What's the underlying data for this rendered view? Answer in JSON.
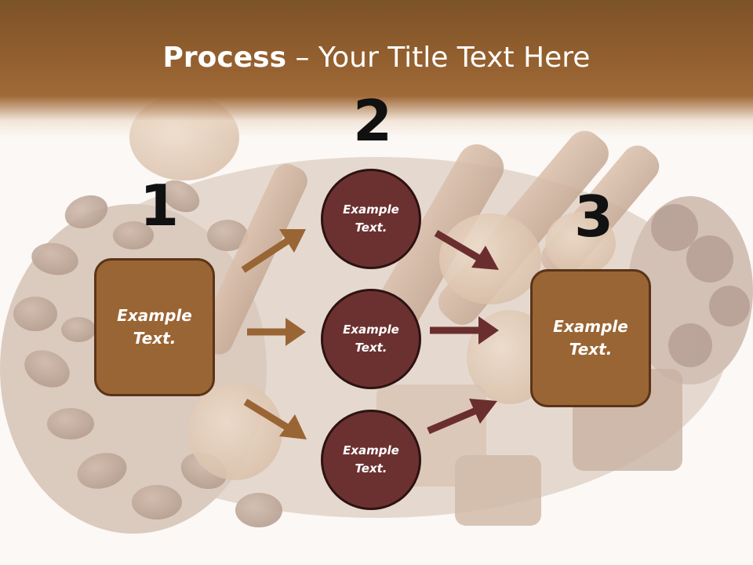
{
  "title": {
    "bold": "Process",
    "rest": " – Your Title Text Here"
  },
  "steps": [
    {
      "number": "1",
      "text_line1": "Example",
      "text_line2": "Text."
    },
    {
      "number": "2",
      "items": [
        {
          "line1": "Example",
          "line2": "Text."
        },
        {
          "line1": "Example",
          "line2": "Text."
        },
        {
          "line1": "Example",
          "line2": "Text."
        }
      ]
    },
    {
      "number": "3",
      "text_line1": "Example",
      "text_line2": "Text."
    }
  ],
  "colors": {
    "header": "#94602f",
    "box_fill": "#9a6534",
    "circle_fill": "#6b3131",
    "arrow_left": "#9a6534",
    "arrow_right": "#6b2e2e"
  }
}
